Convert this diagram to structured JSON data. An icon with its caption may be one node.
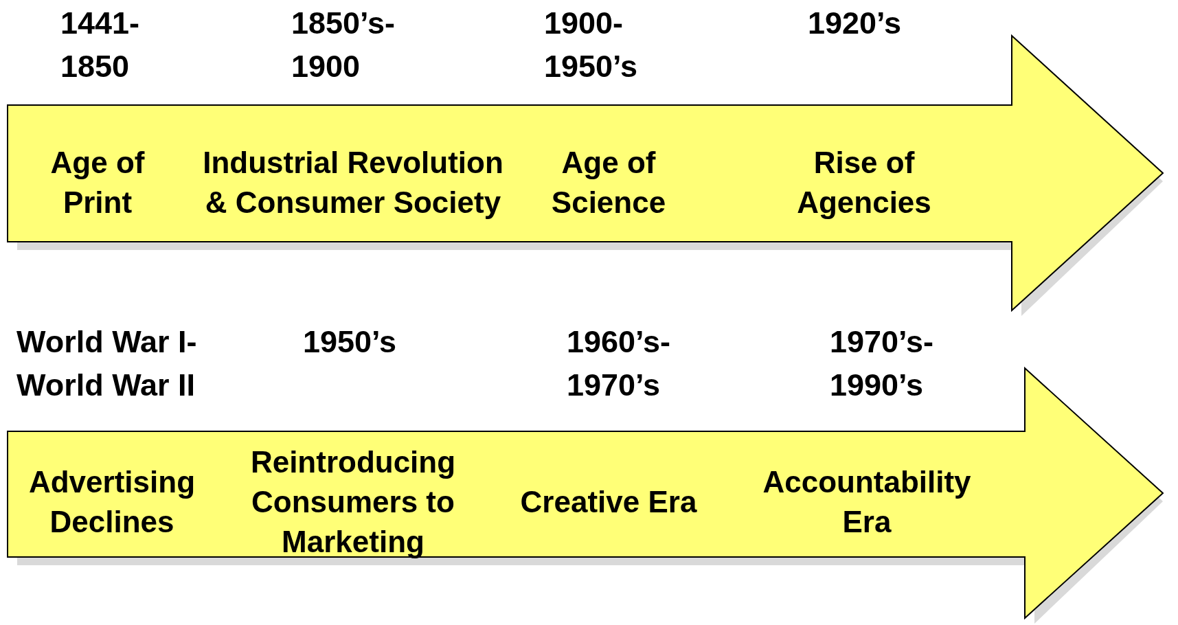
{
  "diagram": {
    "nodes": [
      {
        "text": [
          "Age of Print",
          "Industrial Revolution & Consumer Society",
          "Age of Science",
          "Rise of Agencies"
        ],
        "beside": [
          "1441- 1850",
          "1850’s- 1900",
          "1900- 1950’s",
          "1920’s"
        ]
      },
      {
        "text": [
          "Advertising Declines",
          "Reintroducing Consumers to Marketing",
          "Creative Era",
          "Accountability Era"
        ],
        "beside": [
          "World War I- World War II",
          "1950’s",
          "1960’s- 1970’s",
          "1970’s- 1990’s"
        ]
      }
    ]
  }
}
